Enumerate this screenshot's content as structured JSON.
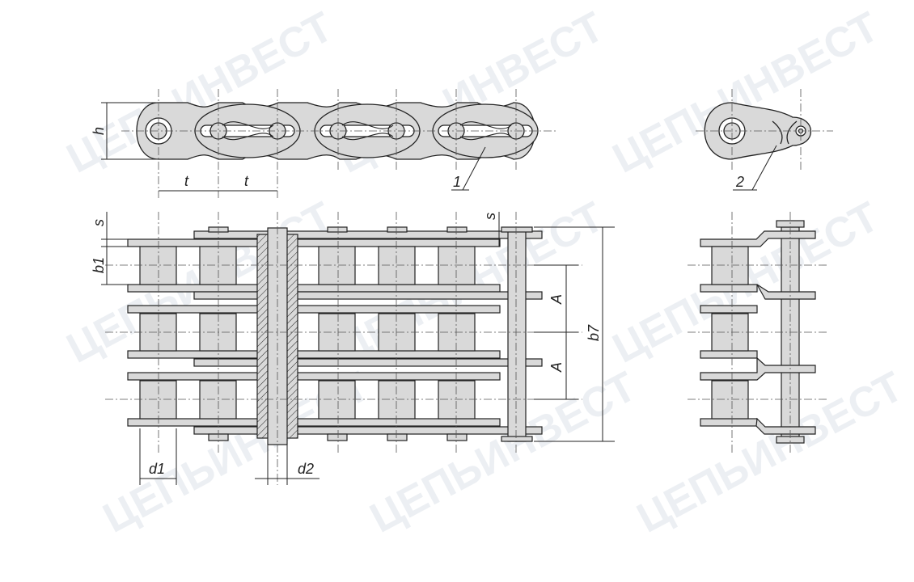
{
  "watermark": {
    "text": "ЦЕПЬИНВЕСТ"
  },
  "labels": {
    "h": "h",
    "t1": "t",
    "t2": "t",
    "callout1": "1",
    "callout2": "2",
    "s_left": "s",
    "s_mid": "s",
    "b1": "b1",
    "A_top": "A",
    "A_bottom": "A",
    "b7": "b7",
    "d1": "d1",
    "d2": "d2"
  },
  "colors": {
    "line": "#222222",
    "fill": "#d9d9d9",
    "watermark": "#dde3ea"
  }
}
